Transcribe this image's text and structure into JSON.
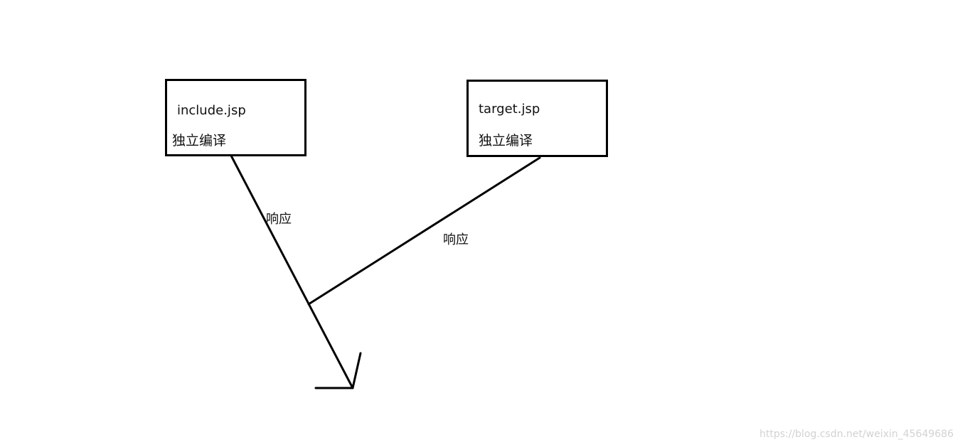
{
  "diagram": {
    "nodes": [
      {
        "id": "include",
        "title": "include.jsp",
        "subtitle": "独立编译"
      },
      {
        "id": "target",
        "title": "target.jsp",
        "subtitle": "独立编译"
      }
    ],
    "edges": [
      {
        "from": "include",
        "label": "响应"
      },
      {
        "from": "target",
        "label": "响应"
      }
    ],
    "stroke_color": "#000000"
  },
  "watermark": "https://blog.csdn.net/weixin_45649686"
}
